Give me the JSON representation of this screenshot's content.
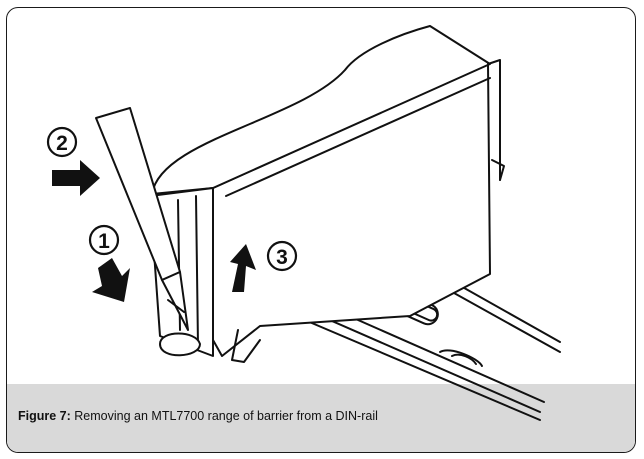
{
  "figure": {
    "label": "Figure 7:",
    "text": "Removing an MTL7700 range of barrier from a DIN-rail"
  },
  "steps": [
    {
      "number": "1"
    },
    {
      "number": "2"
    },
    {
      "number": "3"
    }
  ],
  "colors": {
    "band": "#d9d9d9",
    "ink": "#111111",
    "paper": "#ffffff"
  }
}
